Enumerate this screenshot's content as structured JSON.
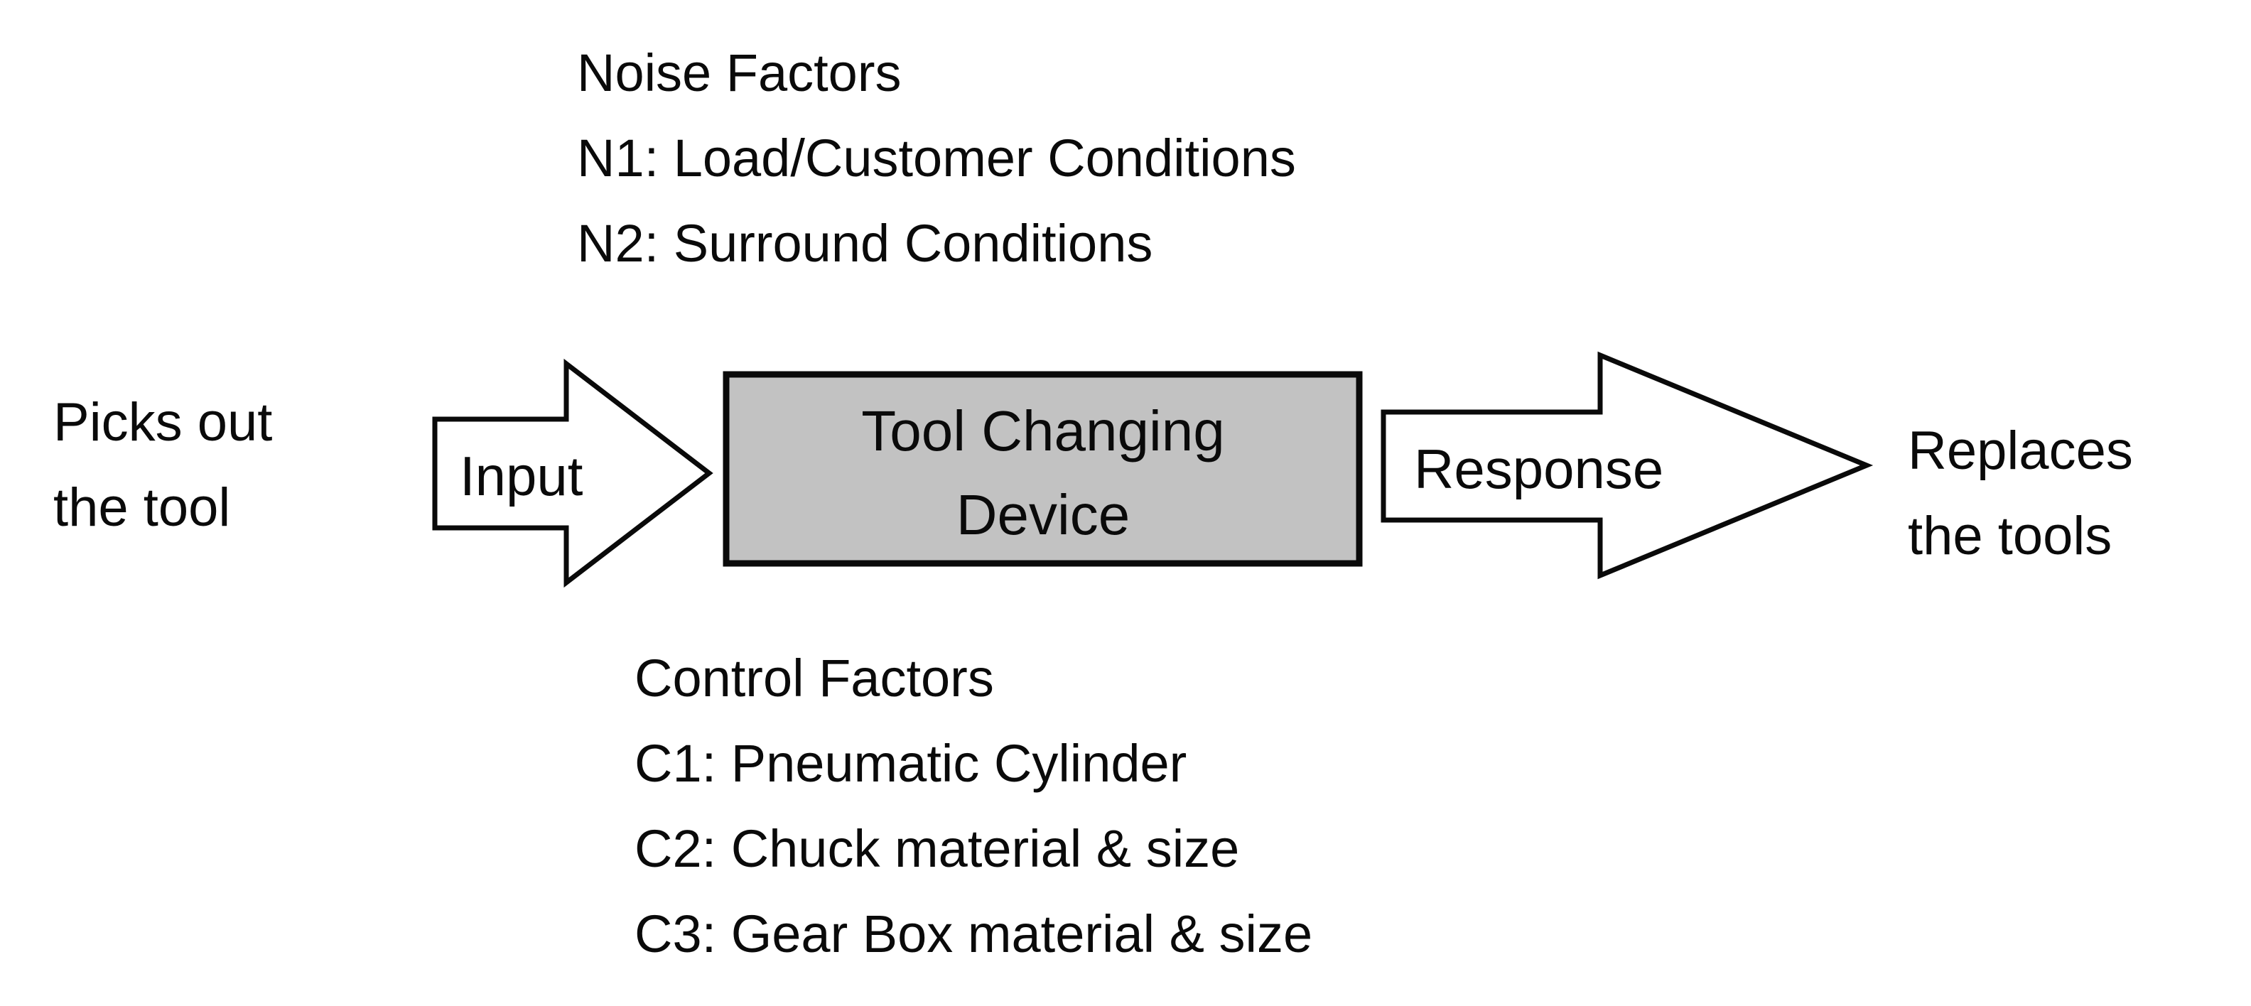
{
  "diagram": {
    "type": "p-diagram",
    "background_color": "#ffffff",
    "stroke_color": "#0a0a0a",
    "block_fill_color": "#c2c2c2",
    "noise_factors": {
      "heading": "Noise Factors",
      "items": [
        "N1: Load/Customer Conditions",
        "N2: Surround Conditions"
      ]
    },
    "control_factors": {
      "heading": "Control Factors",
      "items": [
        "C1: Pneumatic Cylinder",
        "C2: Chuck material & size",
        "C3: Gear Box material & size"
      ]
    },
    "input_side": {
      "lines": [
        "Picks out",
        "the tool"
      ]
    },
    "input_arrow": {
      "label": "Input"
    },
    "system_block": {
      "lines": [
        "Tool Changing",
        "Device"
      ]
    },
    "response_arrow": {
      "label": "Response"
    },
    "output_side": {
      "lines": [
        "Replaces",
        "the tools"
      ]
    }
  }
}
